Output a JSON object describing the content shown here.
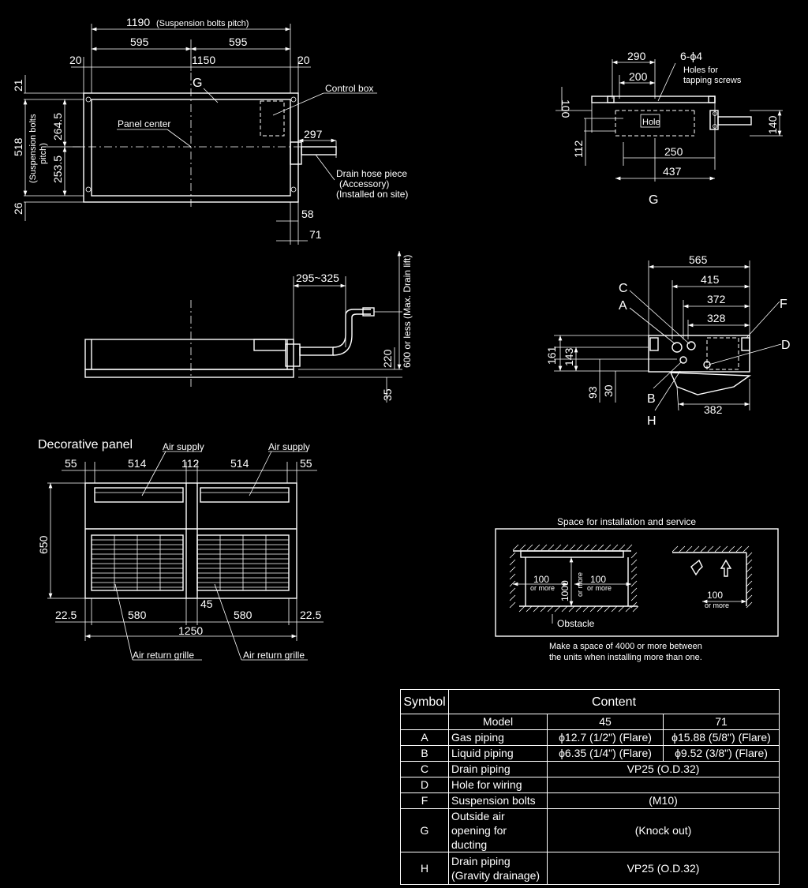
{
  "top_view": {
    "dim_1190": "1190",
    "dim_1190_note": "(Suspension bolts pitch)",
    "dim_595a": "595",
    "dim_595b": "595",
    "dim_20a": "20",
    "dim_1150": "1150",
    "dim_20b": "20",
    "label_G": "G",
    "control_box": "Control box",
    "panel_center": "Panel center",
    "dim_297": "297",
    "drain_hose_1": "Drain hose piece",
    "drain_hose_2": "(Accessory)",
    "drain_hose_3": "(Installed on site)",
    "dim_58": "58",
    "dim_71": "71",
    "dim_21": "21",
    "dim_518": "518",
    "susp_note1": "(Suspension bolts",
    "susp_note2": "pitch)",
    "dim_2645": "264.5",
    "dim_2535": "253.5",
    "dim_26": "26"
  },
  "detail_g": {
    "dim_290": "290",
    "dim_200": "200",
    "holes": "6-ϕ4",
    "holes_note1": "Holes for",
    "holes_note2": "tapping screws",
    "dim_100": "100",
    "hole": "Hole",
    "dim_112": "112",
    "dim_250": "250",
    "dim_437": "437",
    "dim_140": "140",
    "label": "G"
  },
  "side_view": {
    "dim_295": "295~325",
    "drain_lift": "600 or less (Max. Drain lift)",
    "dim_220": "220",
    "dim_35": "35"
  },
  "end_view": {
    "dim_565": "565",
    "dim_415": "415",
    "dim_372": "372",
    "dim_328": "328",
    "dim_382": "382",
    "dim_161": "161",
    "dim_143": "143",
    "dim_93": "93",
    "dim_30": "30",
    "lbl_C": "C",
    "lbl_A": "A",
    "lbl_B": "B",
    "lbl_H": "H",
    "lbl_F": "F",
    "lbl_D": "D"
  },
  "panel_view": {
    "title": "Decorative panel",
    "air_supply_1": "Air supply",
    "air_supply_2": "Air supply",
    "dim_55a": "55",
    "dim_514a": "514",
    "dim_112": "112",
    "dim_514b": "514",
    "dim_55b": "55",
    "dim_650": "650",
    "dim_225a": "22.5",
    "dim_580a": "580",
    "dim_45": "45",
    "dim_580b": "580",
    "dim_225b": "22.5",
    "dim_1250": "1250",
    "return_1": "Air return grille",
    "return_2": "Air return grille"
  },
  "service_space": {
    "title": "Space for installation and service",
    "d100a": "100",
    "more_a": "or more",
    "d1000": "1000",
    "more_b": "or more",
    "d100b": "100",
    "more_c": "or more",
    "d100c": "100",
    "more_d": "or more",
    "obstacle": "Obstacle",
    "note1": "Make a space of 4000 or more between",
    "note2": "the units when installing more than one."
  },
  "table": {
    "h_symbol": "Symbol",
    "h_content": "Content",
    "model": "Model",
    "m45": "45",
    "m71": "71",
    "rows": [
      {
        "sym": "A",
        "name": "Gas piping",
        "v45": "ϕ12.7 (1/2\") (Flare)",
        "v71": "ϕ15.88 (5/8\") (Flare)"
      },
      {
        "sym": "B",
        "name": "Liquid piping",
        "v45": "ϕ6.35 (1/4\") (Flare)",
        "v71": "ϕ9.52 (3/8\") (Flare)"
      },
      {
        "sym": "C",
        "name": "Drain piping",
        "both": "VP25 (O.D.32)"
      },
      {
        "sym": "D",
        "name": "Hole for wiring",
        "both": ""
      },
      {
        "sym": "F",
        "name": "Suspension bolts",
        "both": "(M10)"
      },
      {
        "sym": "G",
        "name": "Outside air opening for ducting",
        "both": "(Knock out)"
      },
      {
        "sym": "H",
        "name": "Drain piping (Gravity drainage)",
        "both": "VP25 (O.D.32)"
      }
    ]
  }
}
